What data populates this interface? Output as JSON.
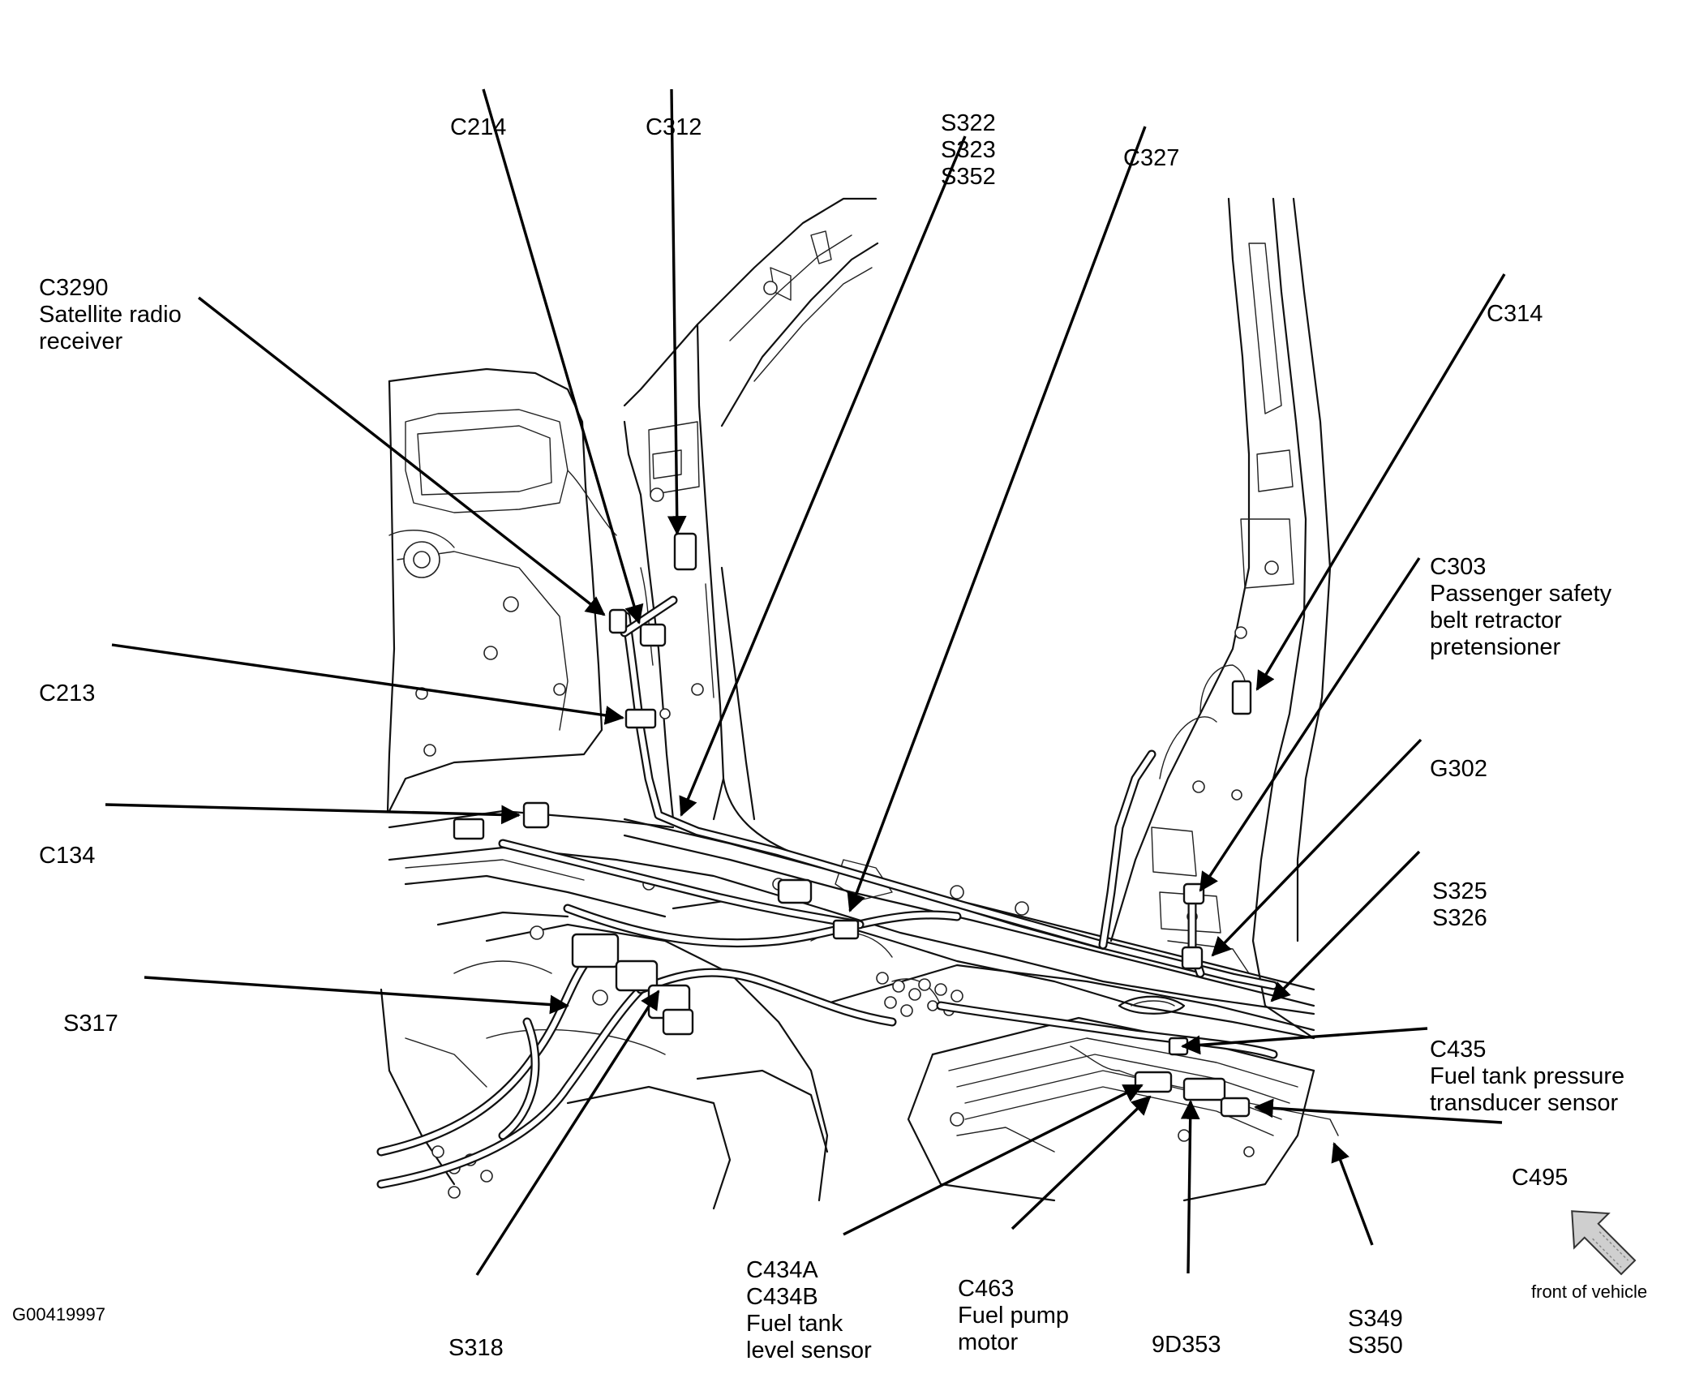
{
  "callouts": [
    {
      "id": "c3290",
      "lines": [
        "C3290",
        "Satellite radio",
        "receiver"
      ]
    },
    {
      "id": "c214",
      "lines": [
        "C214"
      ]
    },
    {
      "id": "c312",
      "lines": [
        "C312"
      ]
    },
    {
      "id": "s322",
      "lines": [
        "S322",
        "S323",
        "S352"
      ]
    },
    {
      "id": "c327",
      "lines": [
        "C327"
      ]
    },
    {
      "id": "c314",
      "lines": [
        "C314"
      ]
    },
    {
      "id": "c303",
      "lines": [
        "C303",
        "Passenger safety",
        "belt retractor",
        "pretensioner"
      ]
    },
    {
      "id": "g302",
      "lines": [
        "G302"
      ]
    },
    {
      "id": "s325",
      "lines": [
        "S325",
        "S326"
      ]
    },
    {
      "id": "c435",
      "lines": [
        "C435",
        "Fuel tank pressure",
        "transducer sensor"
      ]
    },
    {
      "id": "c495",
      "lines": [
        "C495"
      ]
    },
    {
      "id": "c213",
      "lines": [
        "C213"
      ]
    },
    {
      "id": "c134",
      "lines": [
        "C134"
      ]
    },
    {
      "id": "s317",
      "lines": [
        "S317"
      ]
    },
    {
      "id": "s318",
      "lines": [
        "S318"
      ]
    },
    {
      "id": "c434",
      "lines": [
        "C434A",
        "C434B",
        "Fuel tank",
        "level sensor"
      ]
    },
    {
      "id": "c463",
      "lines": [
        "C463",
        "Fuel pump",
        "motor"
      ]
    },
    {
      "id": "d353",
      "lines": [
        "9D353"
      ]
    },
    {
      "id": "s349",
      "lines": [
        "S349",
        "S350"
      ]
    }
  ],
  "orientation": {
    "label": "front of vehicle",
    "icon": "arrow-up-left-icon"
  },
  "figure_id": "G00419997",
  "colors": {
    "ink": "#000000",
    "paper": "#ffffff",
    "arrow_fill": "#cfcfcf"
  }
}
